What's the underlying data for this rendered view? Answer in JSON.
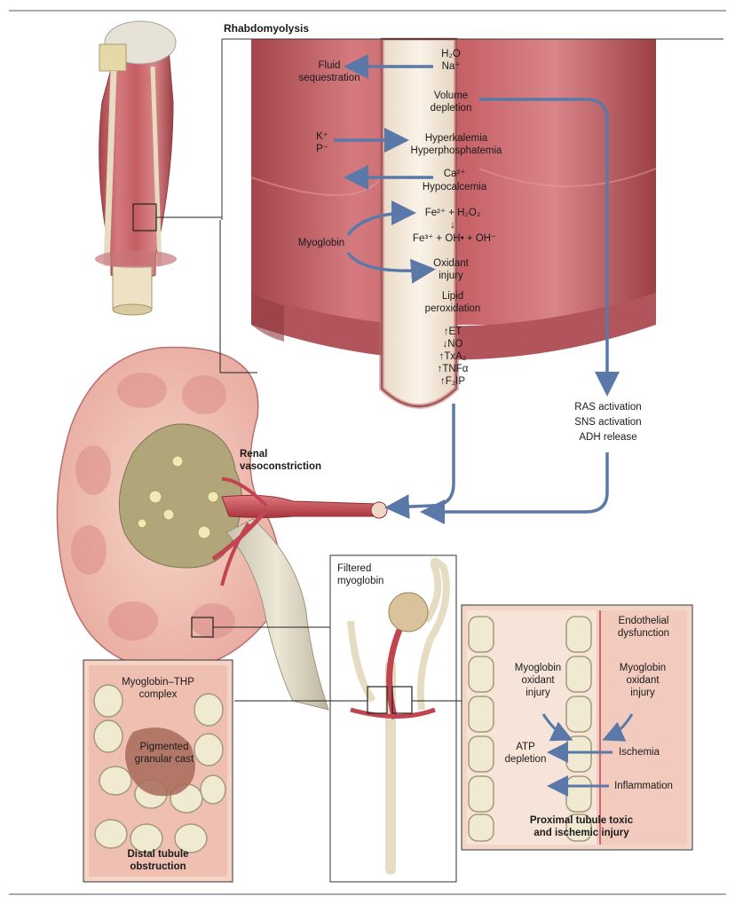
{
  "title": "Rhabdomyolysis",
  "muscle": {
    "fluid_sequestration": [
      "Fluid",
      "sequestration"
    ],
    "h2o": "H₂O",
    "na": "Na⁺",
    "volume_depletion": [
      "Volume",
      "depletion"
    ],
    "k": "K⁺",
    "p": "P⁻",
    "hyperkalemia": "Hyperkalemia",
    "hyperphosphatemia": "Hyperphosphatemia",
    "ca": "Ca²⁺",
    "hypocalcemia": "Hypocalcemia",
    "fenton_top": "Fe²⁺ + H₂O₂",
    "fenton_arrow": "↓",
    "fenton_bottom": "Fe³⁺ + OH• + OH⁻",
    "myoglobin": "Myoglobin",
    "oxidant_injury": [
      "Oxidant",
      "injury"
    ],
    "lipid_peroxidation": [
      "Lipid",
      "peroxidation"
    ],
    "mediators": [
      "↑ET",
      "↓NO",
      "↑TxA₂",
      "↑TNFα",
      "↑F₂IP"
    ]
  },
  "systemic": [
    "RAS activation",
    "SNS activation",
    "ADH release"
  ],
  "kidney": {
    "renal_vasoconstriction": [
      "Renal",
      "vasoconstriction"
    ]
  },
  "nephron": {
    "filtered_myoglobin": [
      "Filtered",
      "myoglobin"
    ]
  },
  "distal": {
    "complex": [
      "Myoglobin–THP",
      "complex"
    ],
    "cast": [
      "Pigmented",
      "granular cast"
    ],
    "footer": [
      "Distal tubule",
      "obstruction"
    ]
  },
  "proximal": {
    "endothelial": [
      "Endothelial",
      "dysfunction"
    ],
    "oxidant_left": [
      "Myoglobin",
      "oxidant",
      "injury"
    ],
    "oxidant_right": [
      "Myoglobin",
      "oxidant",
      "injury"
    ],
    "atp": [
      "ATP",
      "depletion"
    ],
    "ischemia": "Ischemia",
    "inflammation": "Inflammation",
    "footer": [
      "Proximal tubule toxic",
      "and ischemic injury"
    ]
  },
  "colors": {
    "muscle": "#c5646a",
    "arrow": "#5a78a8",
    "kidney_cortex": "#f0c4b8",
    "sinus": "#b0a67a",
    "cell": "#efe8c8"
  }
}
